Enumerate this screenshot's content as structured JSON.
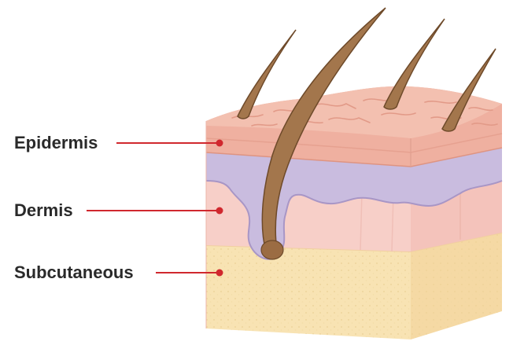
{
  "diagram": {
    "labels": [
      {
        "id": "epidermis",
        "text": "Epidermis"
      },
      {
        "id": "dermis",
        "text": "Dermis"
      },
      {
        "id": "subcutaneous",
        "text": "Subcutaneous"
      }
    ]
  },
  "colors": {
    "epidermis": "#efb0a0",
    "dermis": "#f7cfc8",
    "basal_layer": "#c7b7dc",
    "subcutaneous": "#f8e3b3",
    "hair": "#a3764c",
    "hair_outline": "#6e4a2a",
    "leader_line": "#d0282e",
    "label_text": "#2a2a2a"
  }
}
